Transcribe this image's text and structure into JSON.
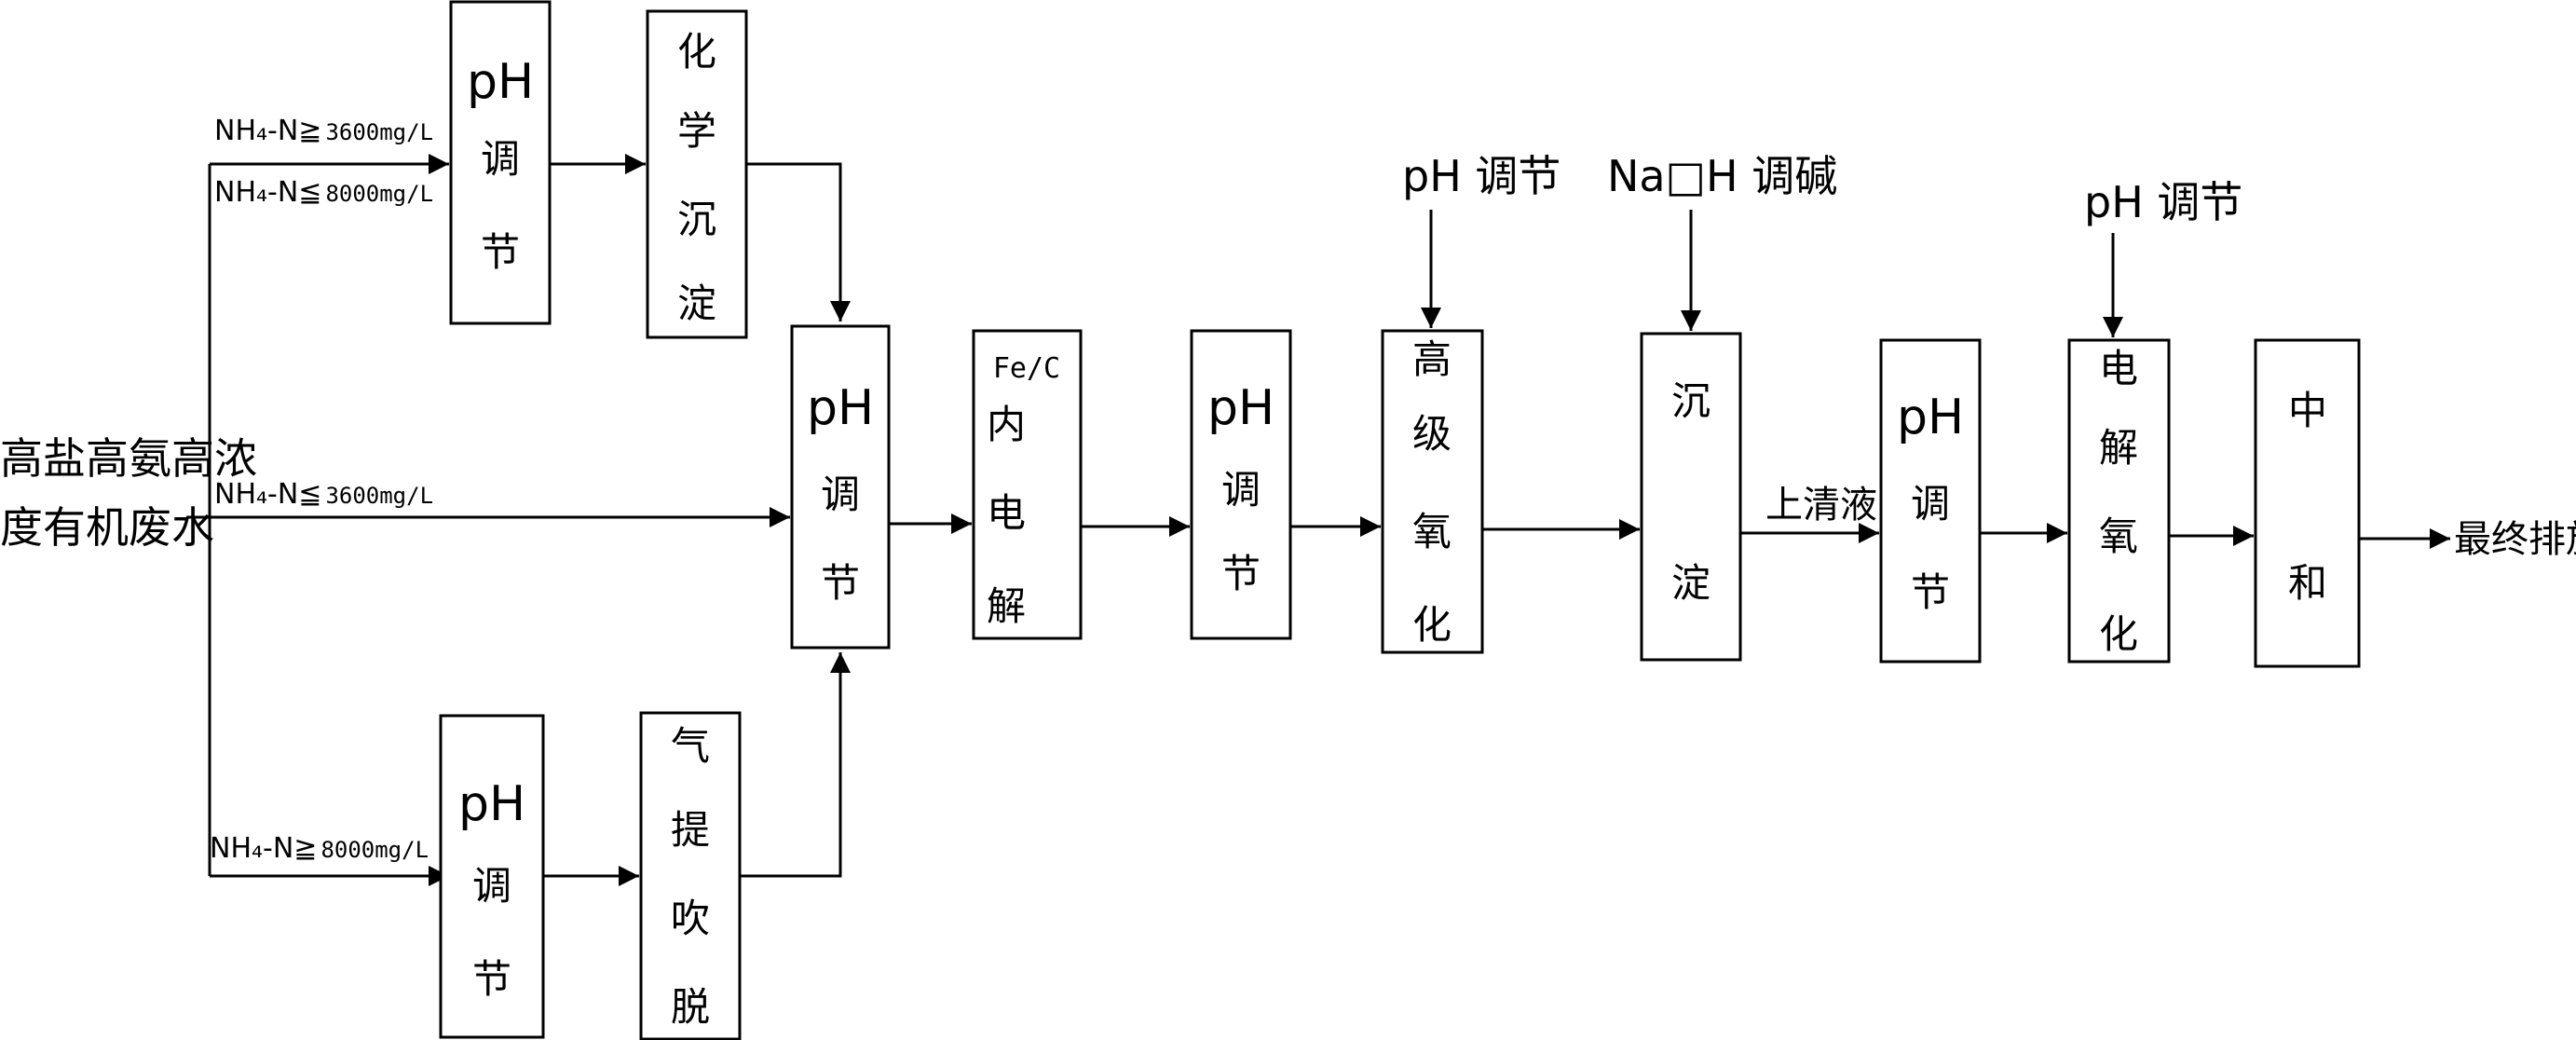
{
  "source": {
    "line1": "高盐高氨高浓",
    "line2": "度有机废水"
  },
  "conditions": {
    "top_a_main": "NH₄-N≧",
    "top_a_val": "3600mg/L",
    "top_b_main": "NH₄-N≦",
    "top_b_val": "8000mg/L",
    "mid_main": "NH₄-N≦",
    "mid_val": "3600mg/L",
    "bottom_main": "NH₄-N≧",
    "bottom_val": "8000mg/L"
  },
  "boxes": {
    "ph_top": {
      "ph": "pH",
      "line1": "调",
      "line2": "节"
    },
    "chem_precip": {
      "line1": "化",
      "line2": "学",
      "line3": "沉",
      "line4": "淀"
    },
    "ph_mid": {
      "ph": "pH",
      "line1": "调",
      "line2": "节"
    },
    "ph_bottom": {
      "ph": "pH",
      "line1": "调",
      "line2": "节"
    },
    "stripping": {
      "line1": "气",
      "line2": "提",
      "line3": "吹",
      "line4": "脱"
    },
    "fec": {
      "top": "Fe/C",
      "line1": "内",
      "line2": "电",
      "line3": "解"
    },
    "ph_after_fec": {
      "ph": "pH",
      "line1": "调",
      "line2": "节"
    },
    "adv_ox": {
      "line1": "高",
      "line2": "级",
      "line3": "氧",
      "line4": "化"
    },
    "settling": {
      "line1": "沉",
      "line2": "淀"
    },
    "ph_after_settle": {
      "ph": "pH",
      "line1": "调",
      "line2": "节"
    },
    "electro_ox": {
      "line1": "电",
      "line2": "解",
      "line3": "氧",
      "line4": "化"
    },
    "neutralize": {
      "line1": "中",
      "line2": "和"
    }
  },
  "inputs": {
    "ph_adjust_1": "pH 调节",
    "naoh": "Na□H 调碱",
    "ph_adjust_2": "pH 调节"
  },
  "labels": {
    "supernatant": "上清液",
    "final": "最终排放"
  }
}
